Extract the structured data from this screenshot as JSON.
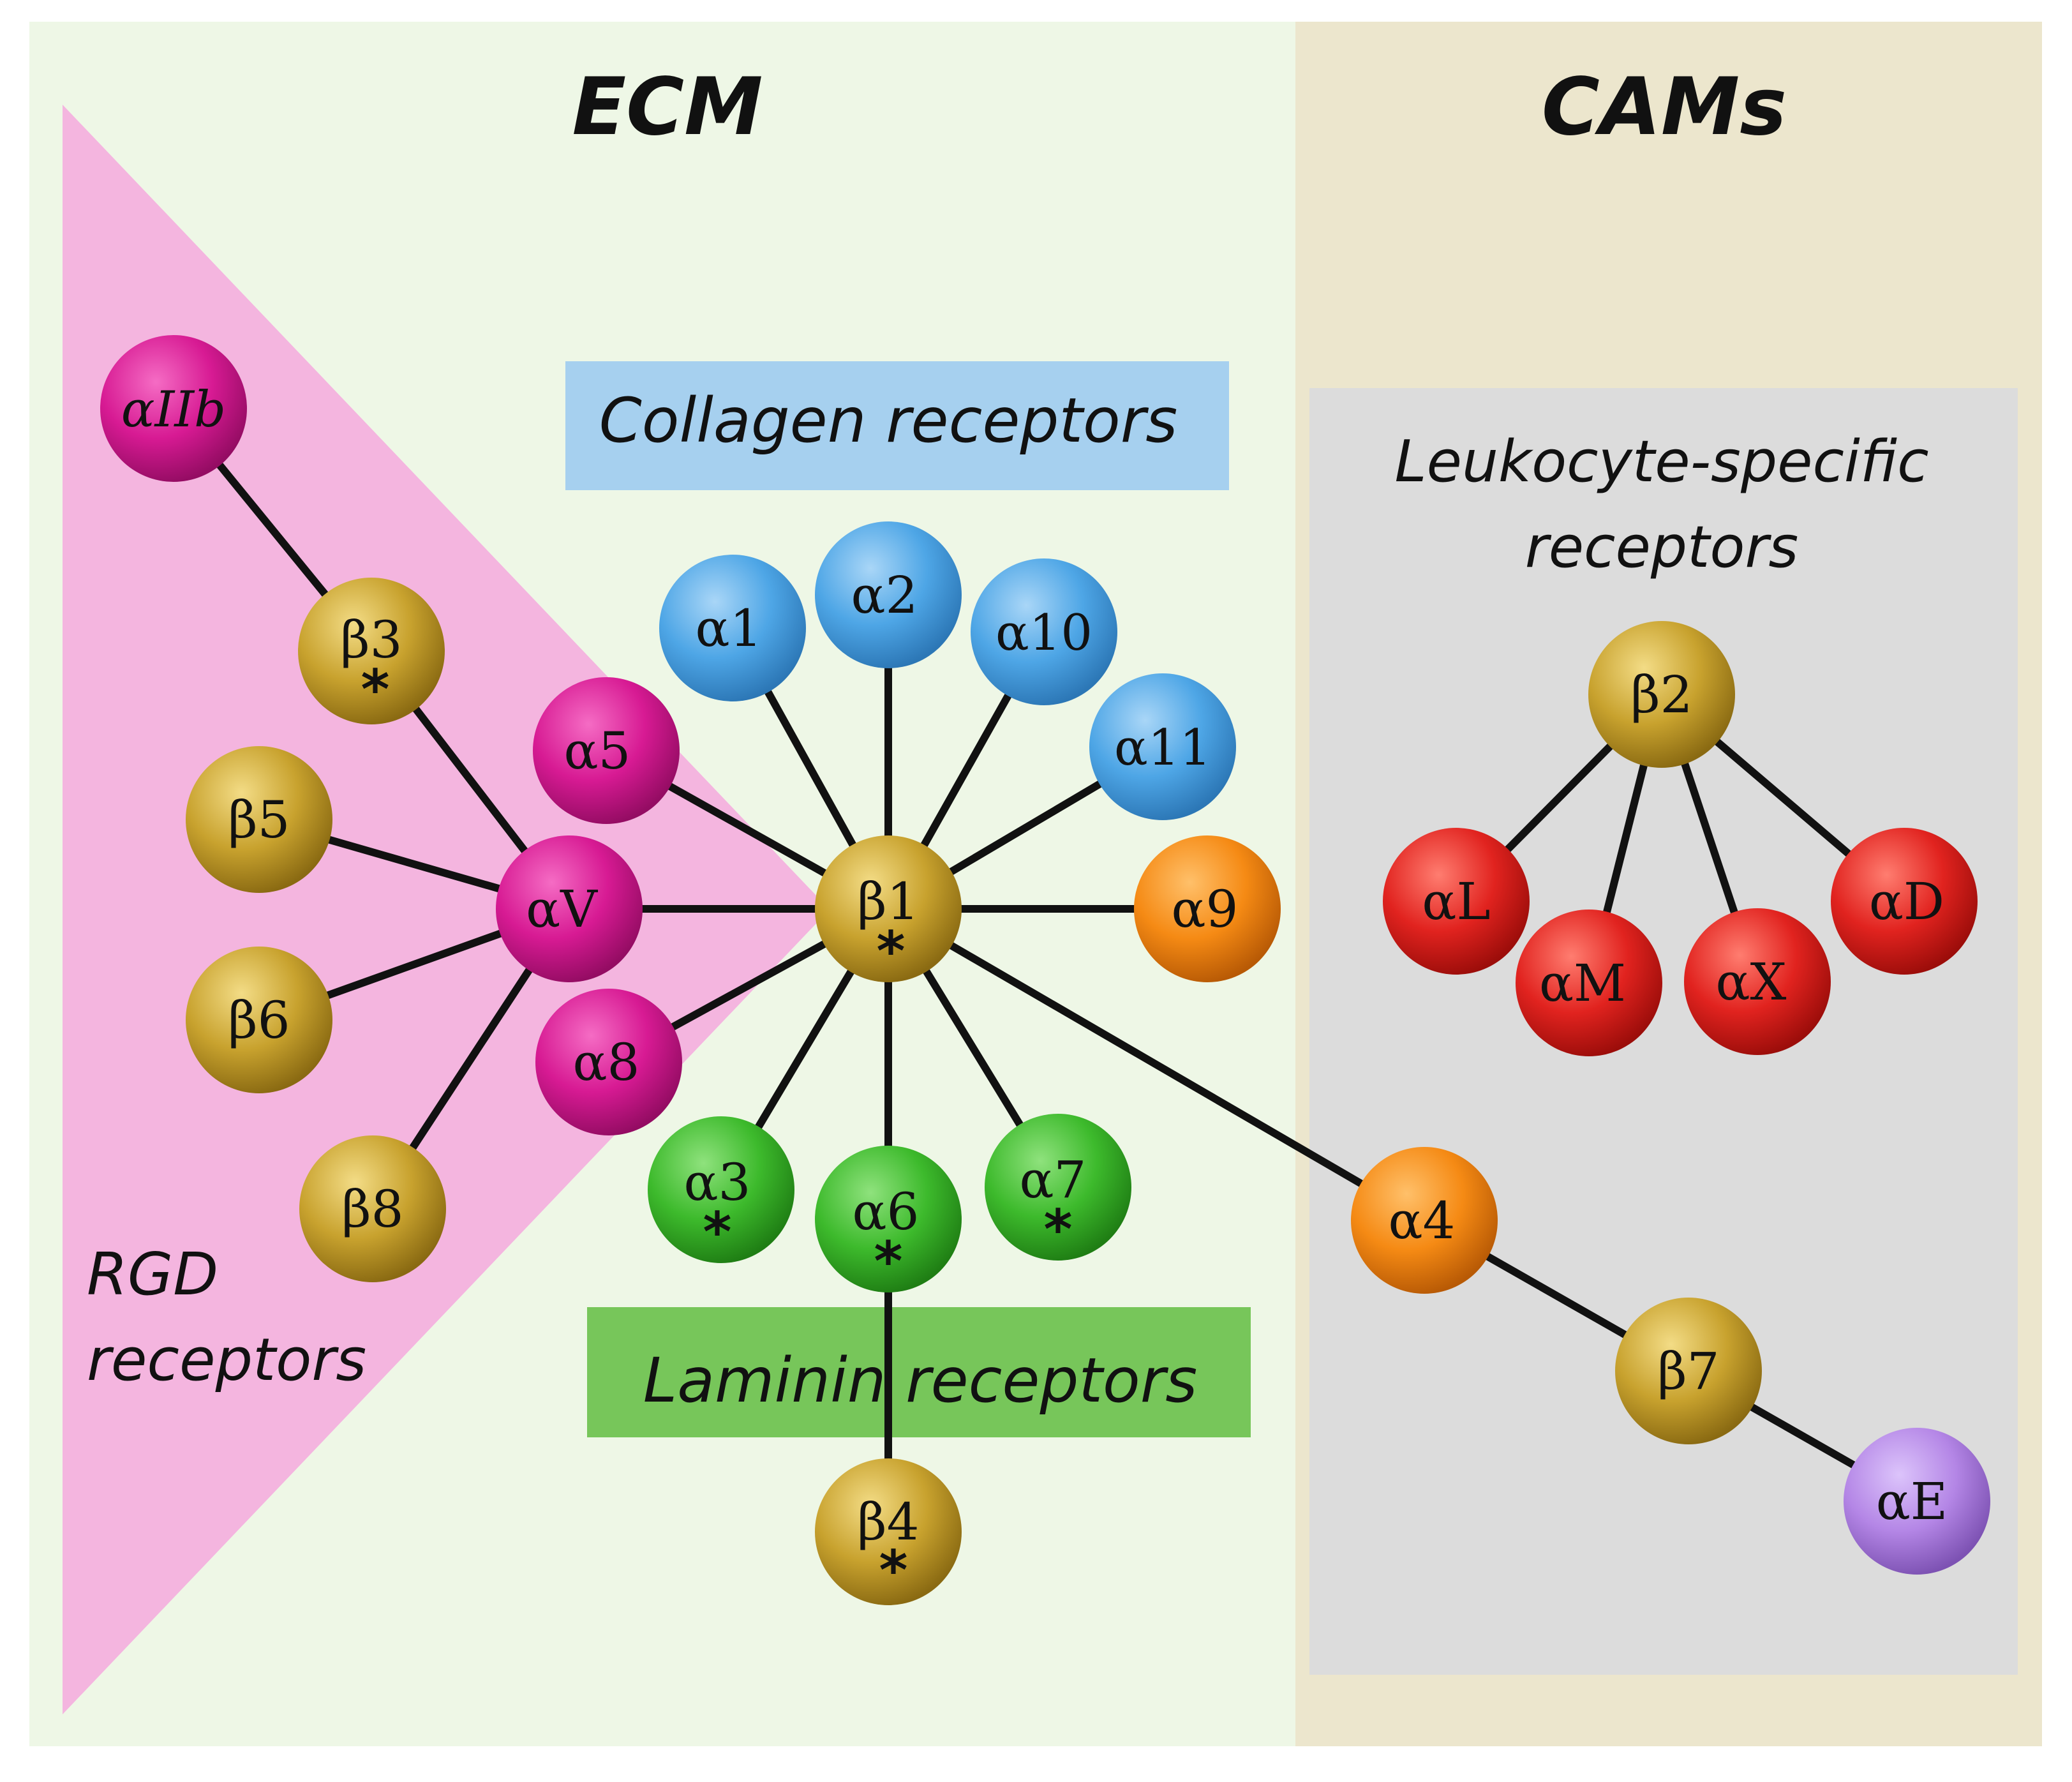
{
  "sections": {
    "ecm": "ECM",
    "cams": "CAMs"
  },
  "groups": {
    "collagen": "Collagen receptors",
    "laminin": "Laminin receptors",
    "rgd_line1": "RGD",
    "rgd_line2": "receptors",
    "leukocyte_line1": "Leukocyte-specific",
    "leukocyte_line2": "receptors"
  },
  "colors": {
    "ecm_background": "#eef7e6",
    "cams_background": "#ece6cd",
    "rgd_triangle": "#f4b5df",
    "collagen_box": "#a6d0ef",
    "laminin_box": "#77c65a",
    "leukocyte_box": "#dcdcdc",
    "beta": "#c8a22e",
    "rgd_alpha": "#d71a93",
    "collagen_alpha": "#4ea6e6",
    "laminin_alpha": "#3dba2c",
    "orange_alpha": "#f58a14",
    "leukocyte_alpha": "#e1231f",
    "alphaE": "#b486e6"
  },
  "nodes": {
    "aIIb": {
      "label": "αIIb",
      "star": ""
    },
    "b3": {
      "label": "β3",
      "star": "*"
    },
    "b5": {
      "label": "β5",
      "star": ""
    },
    "b6": {
      "label": "β6",
      "star": ""
    },
    "b8": {
      "label": "β8",
      "star": ""
    },
    "aV": {
      "label": "αV",
      "star": ""
    },
    "a5": {
      "label": "α5",
      "star": ""
    },
    "a8": {
      "label": "α8",
      "star": ""
    },
    "b1": {
      "label": "β1",
      "star": "*"
    },
    "a1": {
      "label": "α1",
      "star": ""
    },
    "a2": {
      "label": "α2",
      "star": ""
    },
    "a10": {
      "label": "α10",
      "star": ""
    },
    "a11": {
      "label": "α11",
      "star": ""
    },
    "a9": {
      "label": "α9",
      "star": ""
    },
    "a3": {
      "label": "α3",
      "star": "*"
    },
    "a6": {
      "label": "α6",
      "star": "*"
    },
    "a7": {
      "label": "α7",
      "star": "*"
    },
    "b4": {
      "label": "β4",
      "star": "*"
    },
    "a4": {
      "label": "α4",
      "star": ""
    },
    "b7": {
      "label": "β7",
      "star": ""
    },
    "aE": {
      "label": "αE",
      "star": ""
    },
    "b2": {
      "label": "β2",
      "star": ""
    },
    "aL": {
      "label": "αL",
      "star": ""
    },
    "aM": {
      "label": "αM",
      "star": ""
    },
    "aX": {
      "label": "αX",
      "star": ""
    },
    "aD": {
      "label": "αD",
      "star": ""
    }
  },
  "edges": [
    [
      "aIIb",
      "b3"
    ],
    [
      "b3",
      "aV"
    ],
    [
      "b5",
      "aV"
    ],
    [
      "b6",
      "aV"
    ],
    [
      "b8",
      "aV"
    ],
    [
      "aV",
      "b1"
    ],
    [
      "a5",
      "b1"
    ],
    [
      "a8",
      "b1"
    ],
    [
      "a1",
      "b1"
    ],
    [
      "a2",
      "b1"
    ],
    [
      "a10",
      "b1"
    ],
    [
      "a11",
      "b1"
    ],
    [
      "a9",
      "b1"
    ],
    [
      "a3",
      "b1"
    ],
    [
      "a6",
      "b1"
    ],
    [
      "a7",
      "b1"
    ],
    [
      "a6",
      "b4"
    ],
    [
      "b1",
      "a4"
    ],
    [
      "a4",
      "b7"
    ],
    [
      "b7",
      "aE"
    ],
    [
      "b2",
      "aL"
    ],
    [
      "b2",
      "aM"
    ],
    [
      "b2",
      "aX"
    ],
    [
      "b2",
      "aD"
    ]
  ]
}
